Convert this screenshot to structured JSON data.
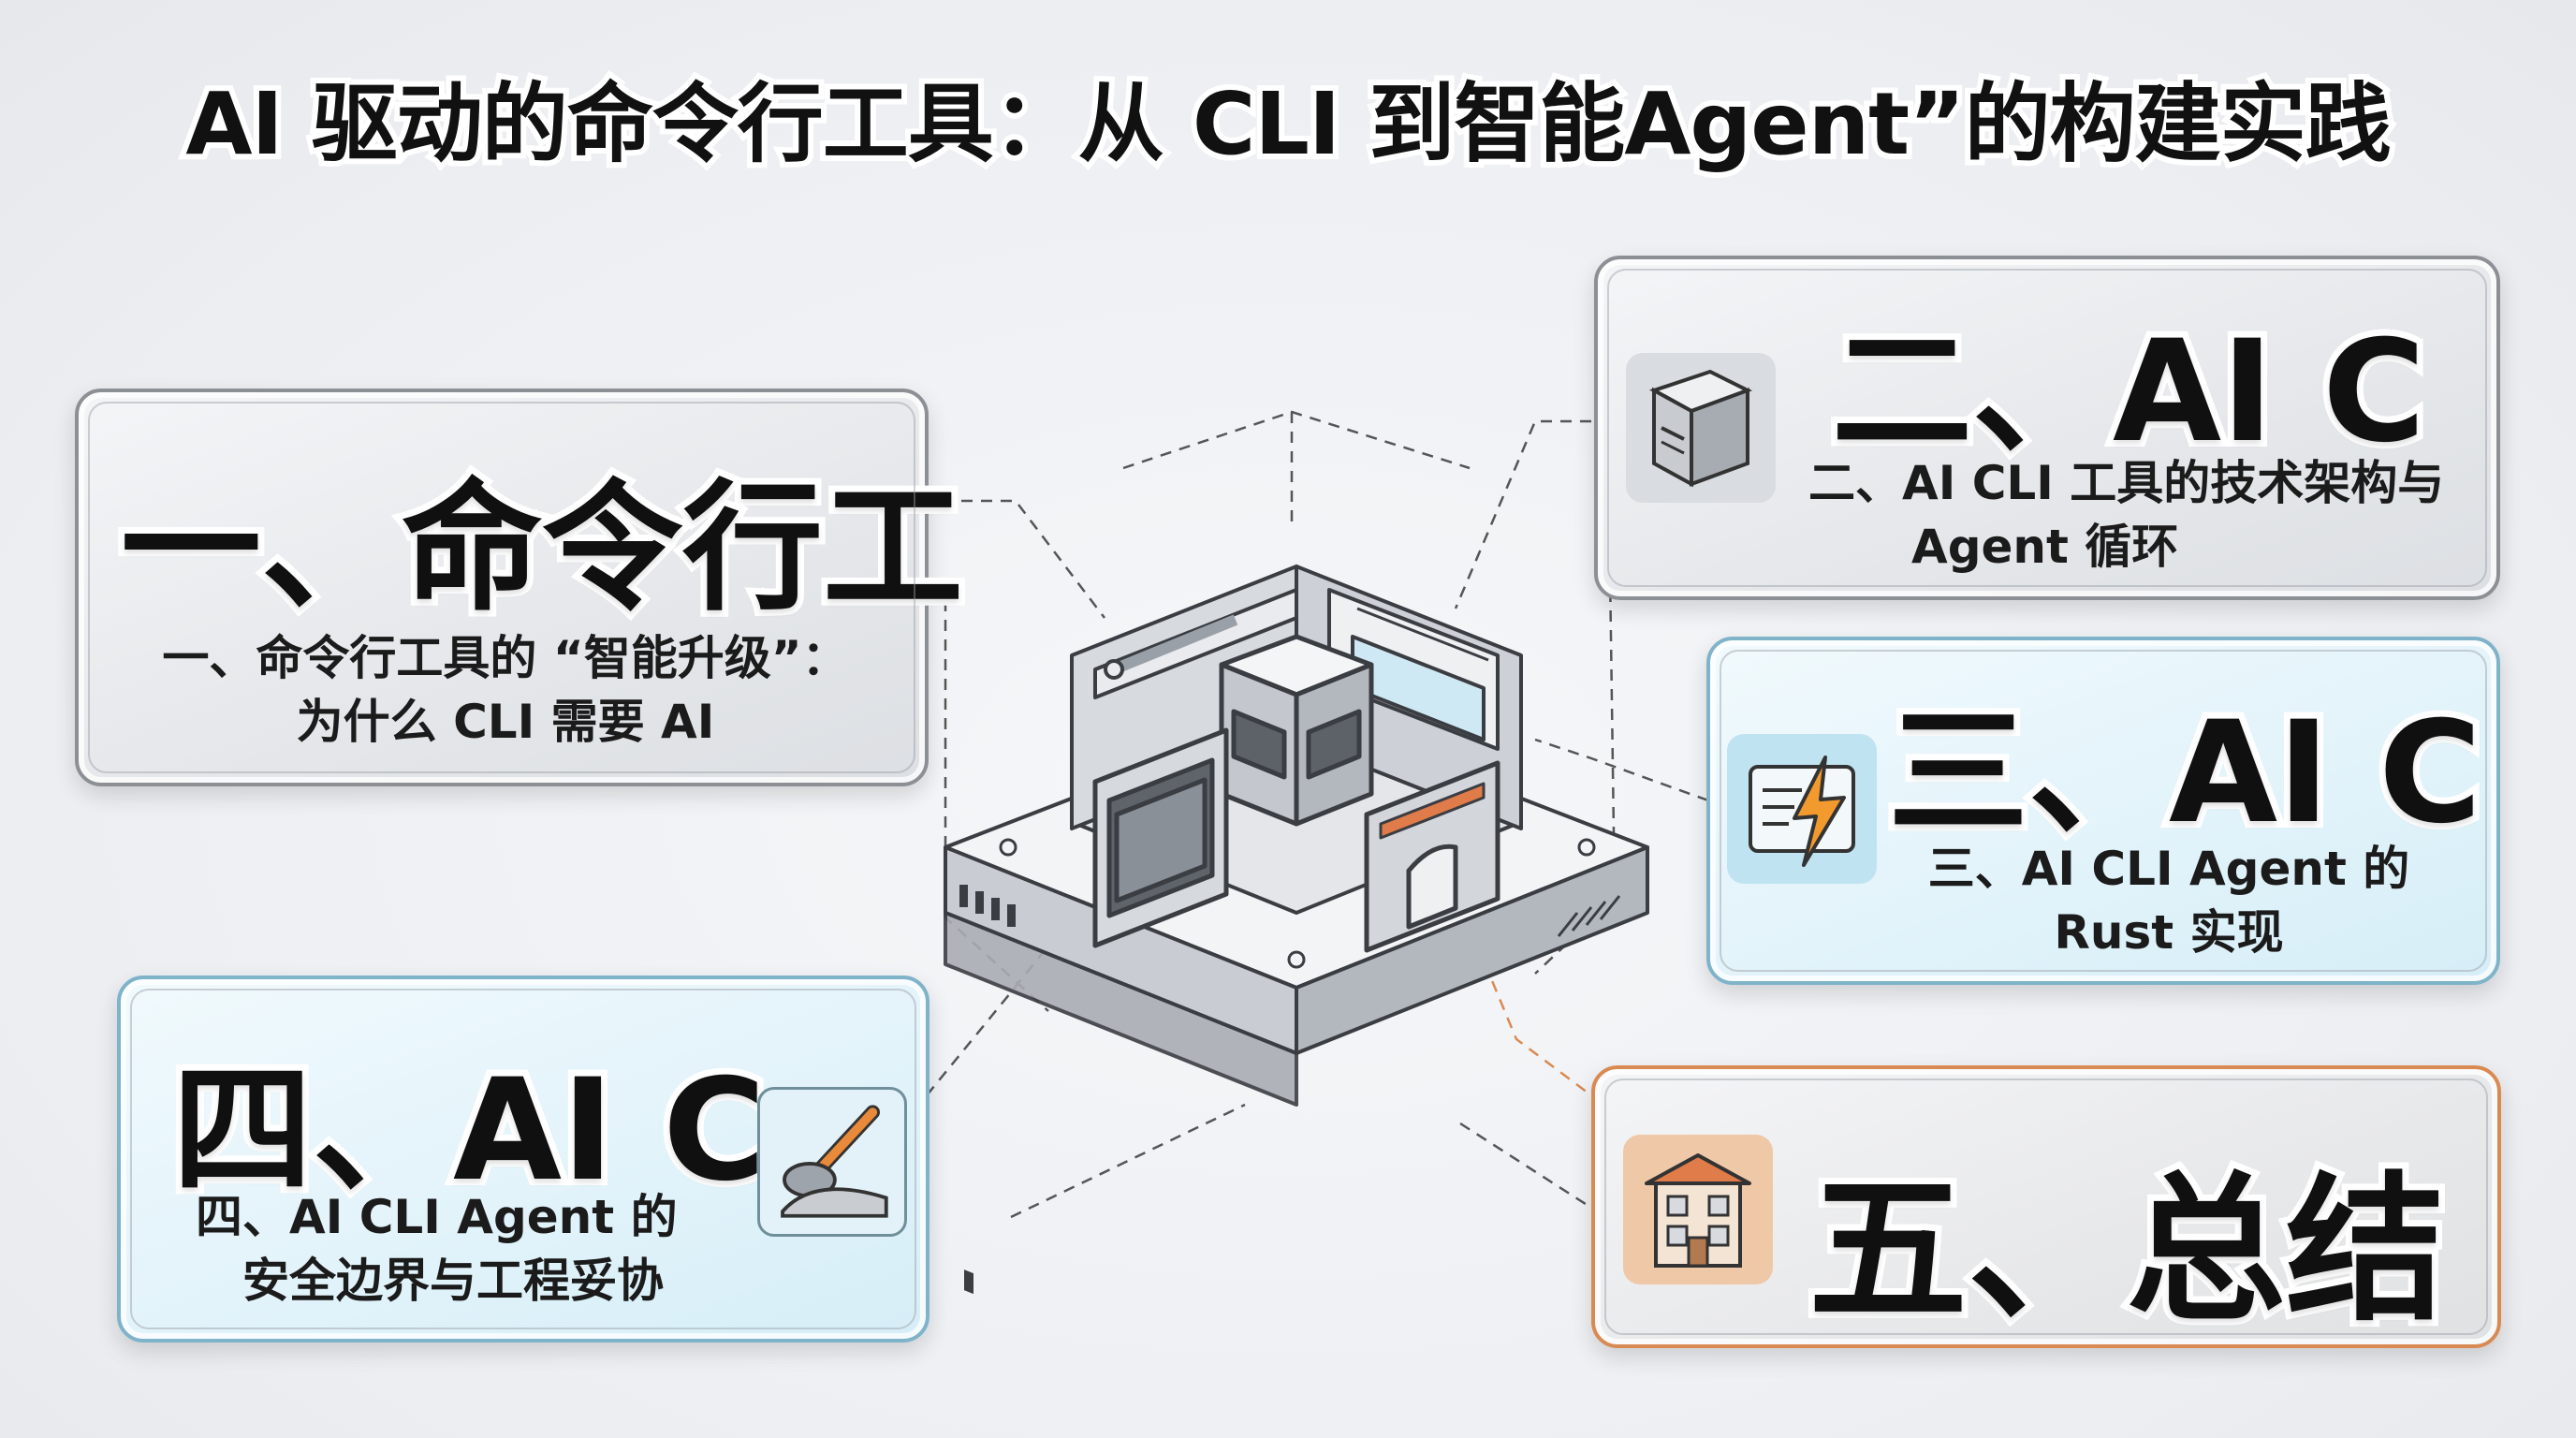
{
  "title": "AI 驱动的命令行工具：从 CLI 到智能Agent”的构建实践",
  "sections": [
    {
      "heading": "一、命令行工",
      "line1": "一、命令行工具的 “智能升级”：",
      "line2": "为什么 CLI 需要 AI"
    },
    {
      "heading": "二、AI C",
      "line1": "二、AI CLI 工具的技术架构与",
      "line2": "Agent 循环",
      "icon": "server-box-icon"
    },
    {
      "heading": "三、AI C",
      "line1": "三、AI CLI Agent 的",
      "line2": "Rust 实现",
      "icon": "lightning-document-icon"
    },
    {
      "heading": "四、AI C",
      "line1": "四、AI CLI Agent 的",
      "line2": "安全边界与工程妥协",
      "icon": "hammer-icon"
    },
    {
      "heading": "五、总结",
      "icon": "building-icon"
    }
  ],
  "colors": {
    "gray_card": "#e6e8eb",
    "blue_card": "#e2f3fa",
    "orange_border": "#d98a52",
    "accent_blue": "#bfe3f0"
  },
  "center_icon": "isometric-workstation-platform"
}
